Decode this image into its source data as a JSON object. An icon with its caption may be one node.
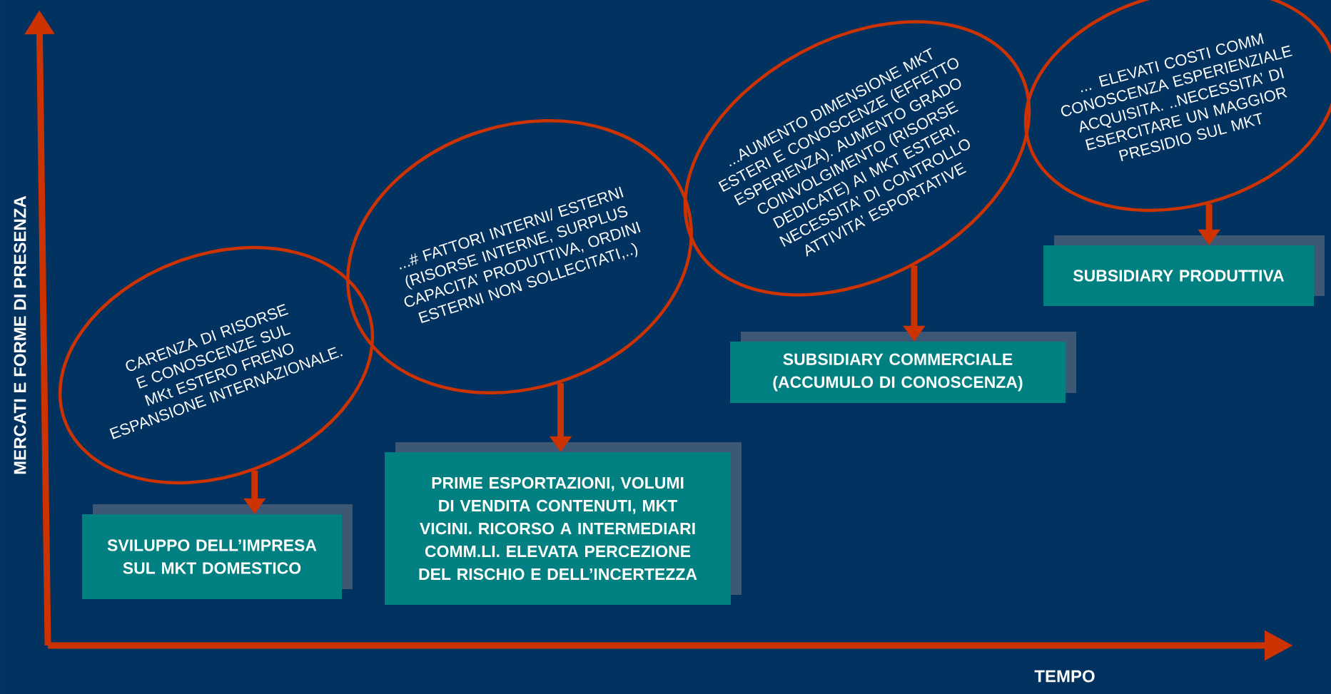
{
  "diagram": {
    "nodes": [
      {
        "text": [
          "CARENZA DI RISORSE E CONOSCENZE SUL MKt ESTERO FRENO ESPANSIONE INTERNAZIONALE."
        ]
      },
      {
        "text": [
          "SVILUPPO DELL’IMPRESA SUL MKT DOMESTICO"
        ]
      },
      {
        "text": [
          "...# FATTORI INTERNI/ ESTERNI (RISORSE INTERNE, SURPLUS CAPACITA’ PRODUTTIVA, ORDINI ESTERNI NON SOLLECITATI,..)"
        ]
      },
      {
        "text": [
          "PRIME ESPORTAZIONI, VOLUMI DI VENDITA CONTENUTI, MKT VICINI. RICORSO A INTERMEDIARI COMM.LI. ELEVATA PERCEZIONE DEL RISCHIO E DELL’INCERTEZZA"
        ]
      },
      {
        "text": [
          "...AUMENTO DIMENSIONE MKT ESTERI E CONOSCENZE (EFFETTO ESPERIENZA). AUMENTO GRADO COINVOLGIMENTO (RISORSE DEDICATE) AI MKT ESTERI. NECESSITA’ DI CONTROLLO ATTIVITA’ ESPORTATIVE"
        ]
      },
      {
        "text": [
          "SUBSIDIARY COMMERCIALE (ACCUMULO DI CONOSCENZA)"
        ]
      },
      {
        "text": [
          "... ELEVATI COSTI COMM CONOSCENZA ESPERIENZIALE ACQUISITA. ..NECESSITA’ DI ESERCITARE UN MAGGIOR PRESIDIO SUL MKT"
        ]
      },
      {
        "text": [
          "SUBSIDIARY PRODUTTIVA"
        ]
      }
    ],
    "edges": [
      {
        "from": 0,
        "to": 1,
        "arrow": "to"
      },
      {
        "from": 2,
        "to": 3,
        "arrow": "to"
      },
      {
        "from": 4,
        "to": 5,
        "arrow": "to"
      },
      {
        "from": 6,
        "to": 7,
        "arrow": "to"
      }
    ],
    "labels": [
      "MERCATI E FORME DI PRESENZA",
      "TEMPO"
    ]
  }
}
